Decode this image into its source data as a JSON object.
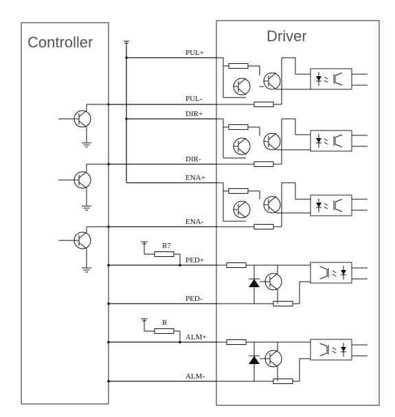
{
  "blocks": {
    "controller": "Controller",
    "driver": "Driver"
  },
  "signals": {
    "pul_plus": "PUL+",
    "pul_minus": "PUL-",
    "dir_plus": "DIR+",
    "dir_minus": "DIR-",
    "ena_plus": "ENA+",
    "ena_minus": "ENA-",
    "ped_plus": "PED+",
    "ped_minus": "PED-",
    "alm_plus": "ALM+",
    "alm_minus": "ALM-"
  },
  "components": {
    "r7": "R7",
    "r": "R"
  }
}
